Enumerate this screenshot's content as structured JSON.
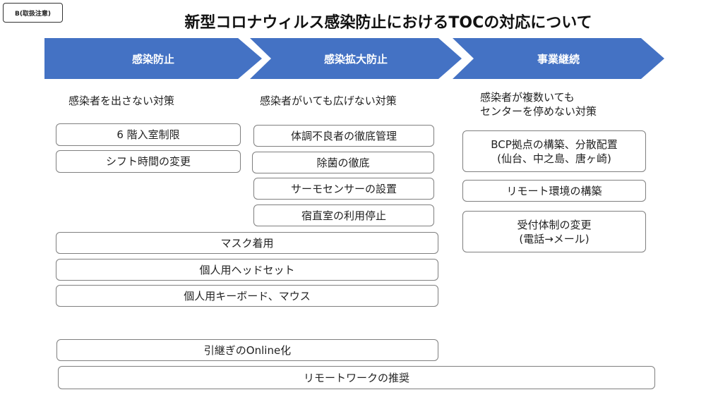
{
  "tag": "B(取扱注意)",
  "title": "新型コロナウィルス感染防止におけるTOCの対応について",
  "columns": [
    {
      "heading": "感染防止",
      "subtitle": "感染者を出さない対策"
    },
    {
      "heading": "感染拡大防止",
      "subtitle": "感染者がいても広げない対策"
    },
    {
      "heading": "事業継続",
      "subtitle": "感染者が複数いても\nセンターを停めない対策"
    }
  ],
  "col1_items": [
    "6 階入室制限",
    "シフト時間の変更"
  ],
  "col2_items": [
    "体調不良者の徹底管理",
    "除菌の徹底",
    "サーモセンサーの設置",
    "宿直室の利用停止"
  ],
  "col3_items": [
    "BCP拠点の構築、分散配置\n(仙台、中之島、唐ヶ崎)",
    "リモート環境の構築",
    "受付体制の変更\n(電話→メール)"
  ],
  "shared_items": [
    "マスク着用",
    "個人用ヘッドセット",
    "個人用キーボード、マウス"
  ],
  "bottom_items": [
    "引継ぎのOnline化",
    "リモートワークの推奨"
  ],
  "colors": {
    "arrow": "#4472c4",
    "border": "#7f7f7f"
  }
}
